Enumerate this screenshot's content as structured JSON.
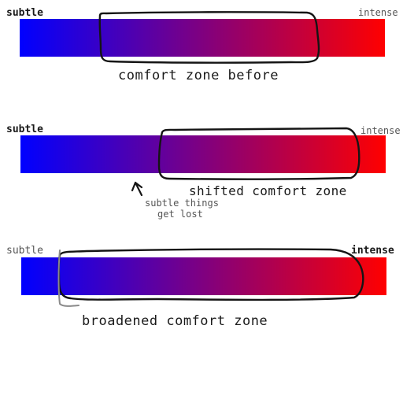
{
  "colors": {
    "subtle_end": "#0000ff",
    "intense_end": "#ff0000"
  },
  "panels": [
    {
      "label_left": "subtle",
      "label_right": "intense",
      "caption": "comfort zone before"
    },
    {
      "label_left": "subtle",
      "label_right": "intense",
      "caption": "shifted comfort zone",
      "note_line1": "subtle things",
      "note_line2": "get lost"
    },
    {
      "label_left": "subtle",
      "label_right": "intense",
      "caption": "broadened comfort zone"
    }
  ]
}
